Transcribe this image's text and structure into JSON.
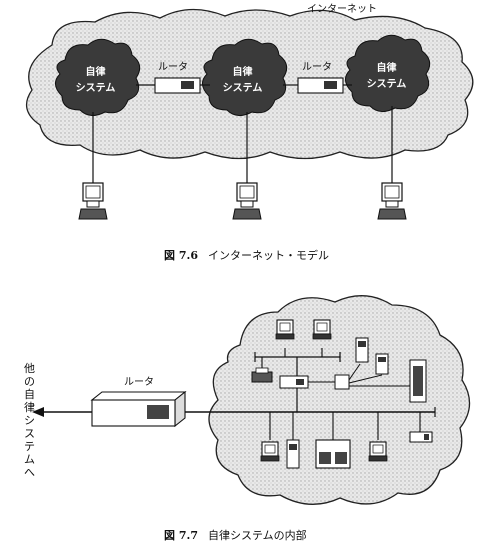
{
  "fig1": {
    "internet_label": "インターネット",
    "as_label": [
      "自律",
      "システム"
    ],
    "router_label": "ルータ",
    "caption_num": "図 7.6",
    "caption_text": "インターネット・モデル"
  },
  "fig2": {
    "router_label": "ルータ",
    "other_as": "他の自律システムへ",
    "caption_num": "図 7.7",
    "caption_text": "自律システムの内部"
  }
}
